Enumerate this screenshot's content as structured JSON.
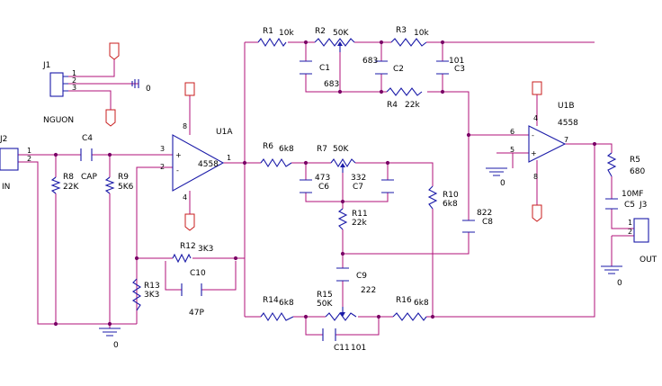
{
  "labels": {
    "r1": "R1",
    "r1_val": "10k",
    "r2": "R2",
    "r2_val": "50K",
    "r3": "R3",
    "r3_val": "10k",
    "c1": "C1",
    "c1_val": "683",
    "c2": "C2",
    "c2_val": "683",
    "c3": "C3",
    "c3_val": "101",
    "r4": "R4",
    "r4_val": "22k",
    "j1": "J1",
    "j1_name": "NGUON",
    "j2": "J2",
    "j2_name": "IN",
    "c4": "C4",
    "c4_val": "CAP",
    "r8": "R8",
    "r8_val": "22K",
    "r9": "R9",
    "r9_val": "5K6",
    "u1a": "U1A",
    "u1a_val": "4558",
    "r6": "R6",
    "r6_val": "6k8",
    "r7": "R7",
    "r7_val": "50K",
    "c6": "C6",
    "c6_val": "473",
    "c7": "C7",
    "c7_val": "332",
    "r10": "R10",
    "r10_val": "6k8",
    "r11": "R11",
    "r11_val": "22k",
    "c8": "C8",
    "c8_val": "822",
    "u1b": "U1B",
    "u1b_val": "4558",
    "r5": "R5",
    "r5_val": "680",
    "c5": "C5",
    "c5_val": "10MF",
    "j3": "J3",
    "j3_name": "OUT",
    "r12": "R12",
    "r12_val": "3K3",
    "c10": "C10",
    "c10_val": "47P",
    "r13": "R13",
    "r13_val": "3K3",
    "c9": "C9",
    "c9_val": "222",
    "r14": "R14",
    "r14_val": "6k8",
    "r15": "R15",
    "r15_val": "50K",
    "r16": "R16",
    "r16_val": "6k8",
    "c11": "C11",
    "c11_val": "101"
  },
  "pins": {
    "one": "1",
    "two": "2",
    "three": "3",
    "four": "4",
    "five": "5",
    "six": "6",
    "seven": "7",
    "eight": "8",
    "zero": "0",
    "plus": "+",
    "minus": "-"
  }
}
